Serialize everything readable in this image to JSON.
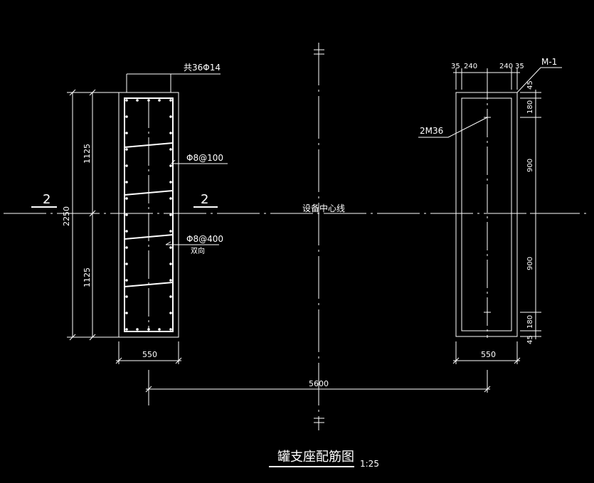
{
  "colors": {
    "background": "#000000",
    "line": "#ffffff",
    "dim": "#ffffff",
    "rebar": "#ffffff"
  },
  "left_view": {
    "rebar_callout": "共36Φ14",
    "stirrup_callout": "Φ8@100",
    "tie_callout": "Φ8@400",
    "tie_note": "双向",
    "section_mark": "2",
    "dim_width": "550",
    "dim_height_total": "2250",
    "dim_height_top": "1125",
    "dim_height_bottom": "1125"
  },
  "right_view": {
    "mark": "M-1",
    "bolt_callout": "2M36",
    "dim_top": [
      "35",
      "240",
      "240",
      "35"
    ],
    "dim_right": [
      "45",
      "180",
      "900",
      "900",
      "180",
      "45"
    ],
    "dim_width": "550"
  },
  "center": {
    "centerline_label": "设备中心线",
    "overall_dim": "5600"
  },
  "title": {
    "text": "罐支座配筋图",
    "scale": "1:25"
  }
}
